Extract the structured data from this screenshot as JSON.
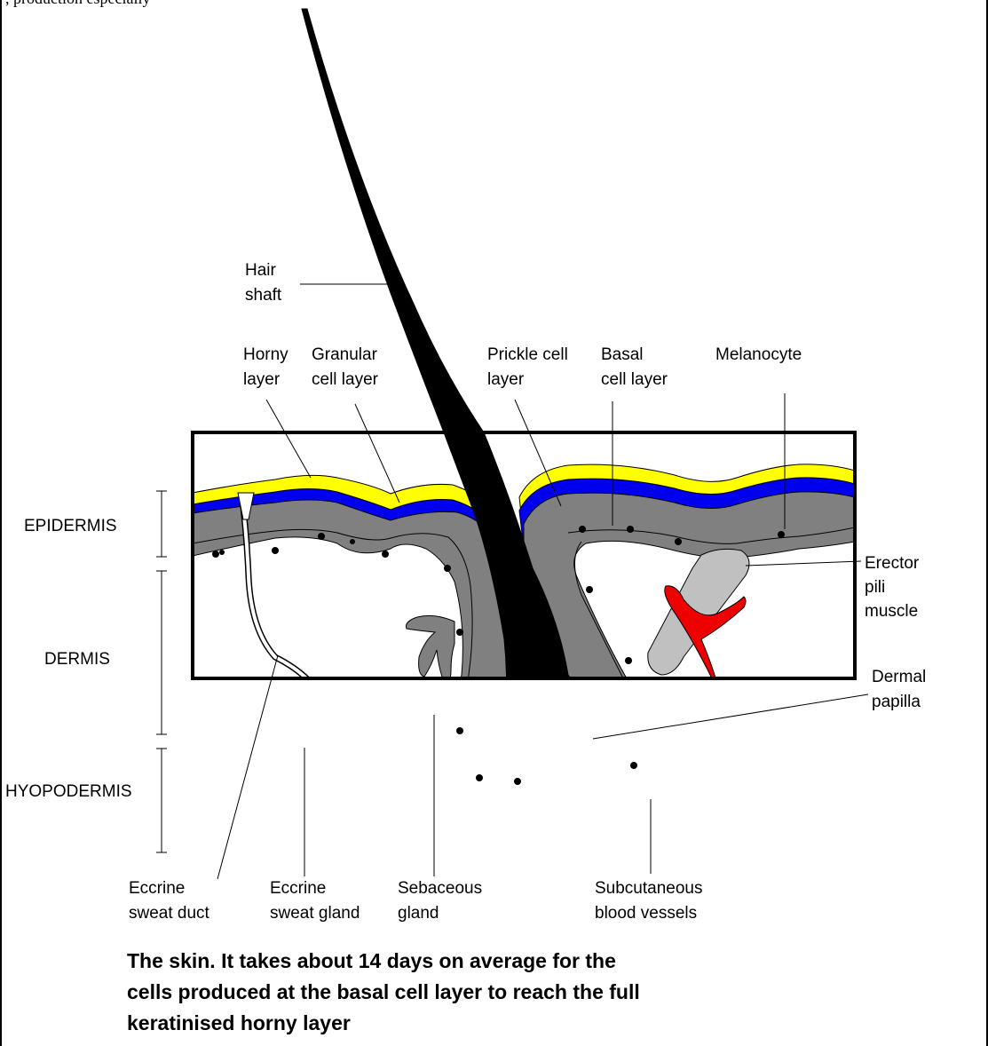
{
  "header_fragment": ", production especially",
  "labels": {
    "hair_shaft": [
      "Hair",
      "shaft"
    ],
    "horny_layer": [
      "Horny",
      "layer"
    ],
    "granular_cell_layer": [
      "Granular",
      "cell layer"
    ],
    "prickle_cell_layer": [
      "Prickle cell",
      "layer"
    ],
    "basal_cell_layer": [
      "Basal",
      "cell layer"
    ],
    "melanocyte": [
      "Melanocyte"
    ],
    "epidermis": [
      "EPIDERMIS"
    ],
    "dermis": [
      "DERMIS"
    ],
    "hyopodermis": [
      "HYOPODERMIS"
    ],
    "erector_pili_muscle": [
      "Erector",
      "pili",
      "muscle"
    ],
    "dermal_papilla": [
      "Dermal",
      "papilla"
    ],
    "eccrine_sweat_duct": [
      "Eccrine",
      "sweat duct"
    ],
    "eccrine_sweat_gland": [
      "Eccrine",
      "sweat gland"
    ],
    "sebaceous_gland": [
      "Sebaceous",
      "gland"
    ],
    "subcutaneous_blood_vessels": [
      "Subcutaneous",
      "blood vessels"
    ]
  },
  "caption": [
    "The skin. It takes about 14 days on average for the",
    "cells produced at the basal cell layer to reach the full",
    "keratinised horny layer"
  ],
  "colors": {
    "horny_layer": "#ffff00",
    "granular_layer": "#0000ee",
    "prickle_layer": "#808080",
    "muscle": "#c0c0c0",
    "blood_vessel": "#ee0000",
    "hair": "#000000"
  }
}
